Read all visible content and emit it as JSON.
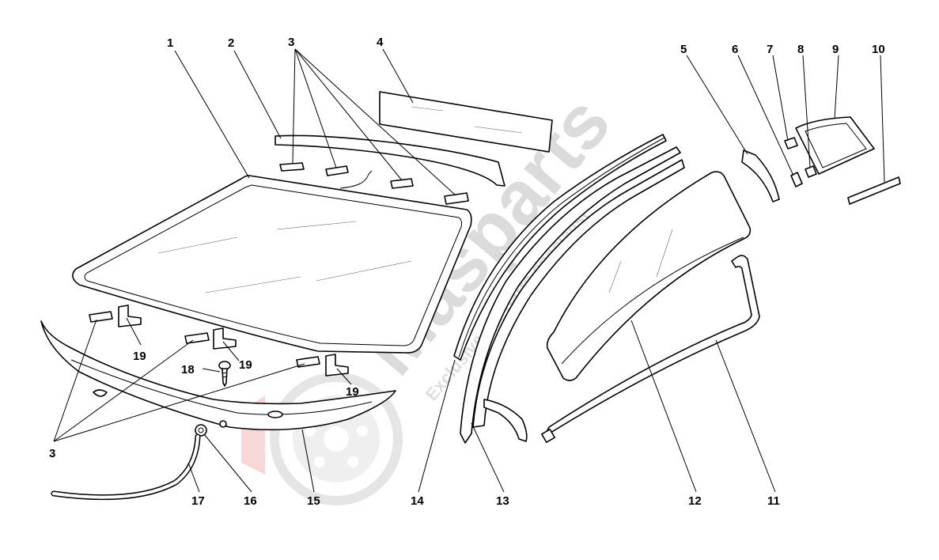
{
  "watermark": {
    "brand": "Masparts",
    "tagline": "Exclusive car parts specialist",
    "brand_color": "#cfcfcf",
    "accent_color": "#f2b8b8"
  },
  "callouts": {
    "c1": "1",
    "c2": "2",
    "c3a": "3",
    "c3b": "3",
    "c4": "4",
    "c5": "5",
    "c6": "6",
    "c7": "7",
    "c8": "8",
    "c9": "9",
    "c10": "10",
    "c11": "11",
    "c12": "12",
    "c13": "13",
    "c14": "14",
    "c15": "15",
    "c16": "16",
    "c17": "17",
    "c18": "18",
    "c19a": "19",
    "c19b": "19",
    "c19c": "19"
  }
}
